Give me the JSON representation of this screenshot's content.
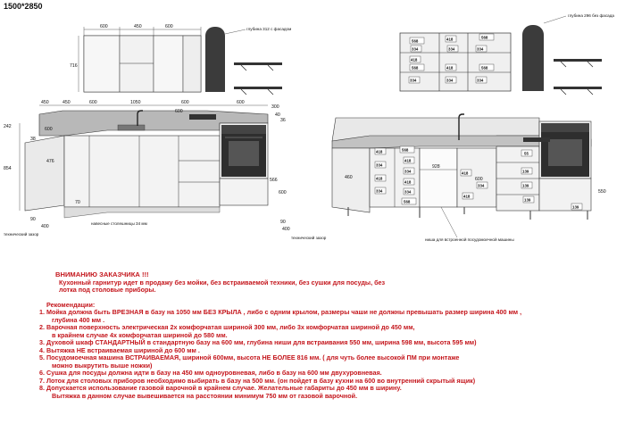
{
  "title": "1500*2850",
  "left_top": {
    "dims": [
      "600",
      "450",
      "600"
    ],
    "height": "716",
    "depth_note": "глубина 312 с фасадом"
  },
  "right_top": {
    "depth_note": "глубина 296 без фасада",
    "boxes": [
      "568",
      "418",
      "568",
      "334",
      "334",
      "334",
      "418",
      "568",
      "418",
      "568",
      "334",
      "334",
      "334"
    ]
  },
  "left_bottom": {
    "dims_top": [
      "450",
      "450",
      "600",
      "1050",
      "600",
      "600",
      "300"
    ],
    "dims_side": [
      "242",
      "38",
      "854",
      "476",
      "70",
      "600",
      "566",
      "600"
    ],
    "dims_bottom": [
      "90",
      "400",
      "90",
      "400"
    ],
    "note_top": "навесные столешницы 34 мм",
    "label_tech": "технический зазор",
    "label_tech2": "технический зазор",
    "extra": [
      "600",
      "40",
      "36"
    ]
  },
  "right_bottom": {
    "boxes": [
      "418",
      "334",
      "418",
      "334",
      "568",
      "418",
      "334",
      "418",
      "334",
      "568",
      "418",
      "334",
      "418",
      "55",
      "139",
      "139",
      "139",
      "139"
    ],
    "dims": [
      "928",
      "460",
      "600",
      "550"
    ],
    "label_dishwasher": "ниша для встроенной посудомоечной машины"
  },
  "notes": {
    "header": "ВНИМАНИЮ ЗАКАЗЧИКА !!!",
    "intro_1": "Кухонный гарнитур идет в продажу без мойки, без встраиваемой техники, без сушки для посуды, без",
    "intro_2": "лотка под столовые приборы.",
    "rec_title": "Рекомендации:",
    "items": [
      [
        "Мойка должна быть ВРЕЗНАЯ в базу на 1050 мм БЕЗ КРЫЛА , либо с одним крылом, размеры чаши  не должны превышать размер ширина  400  мм ,",
        "глубина  400 мм ."
      ],
      [
        "Варочная поверхность электрическая 2х комфорчатая  шириной 300 мм, либо 3х комфорчатая шириной до 450 мм,",
        "в крайнем случае 4х комфорчатая шириной до 580 мм."
      ],
      [
        "Духовой шкаф СТАНДАРТНЫЙ в стандартную базу на 600 мм, глубина ниши для встраивания 550 мм, ширина 598 мм, высота 595 мм)"
      ],
      [
        "Вытяжка НЕ встраиваемая шириной до 600 мм ."
      ],
      [
        "Посудомоечная машина ВСТРАИВАЕМАЯ, шириной  600мм, высота НЕ БОЛЕЕ 816 мм. ( для чуть более высокой ПМ при монтаже",
        "можно выкрутить выше ножки)"
      ],
      [
        "Сушка для посуды должна идти в базу на 450 мм  одноуровневая, либо в базу на 600 мм двухуровневая."
      ],
      [
        "Лоток для столовых приборов необходимо выбирать в базу на 500 мм. (он пойдет в базу кухни на 600 во внутренний скрытый ящик)"
      ],
      [
        "Допускается использование газовой варочной  в крайнем случае. Желательные габариты до 450 мм в ширину.",
        "Вытяжка в данном случае вывешивается на расстоянии минимум  750 мм  от  газовой варочной."
      ]
    ]
  }
}
